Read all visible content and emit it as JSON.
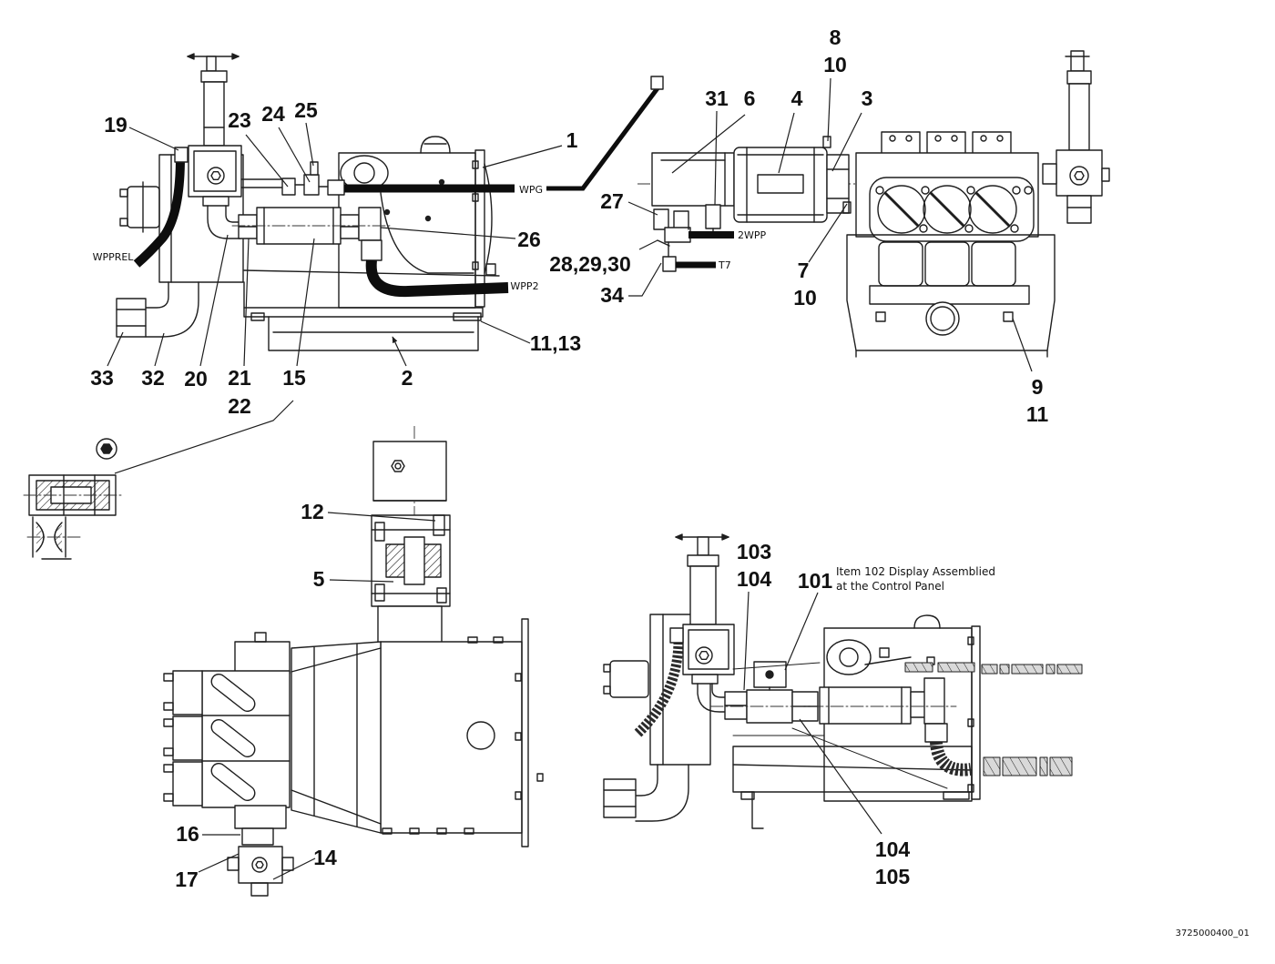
{
  "top_left_view": {
    "callouts": {
      "c19": "19",
      "c23": "23",
      "c24": "24",
      "c25": "25",
      "c1": "1",
      "c26": "26",
      "c11_13": "11,13",
      "c33": "33",
      "c32": "32",
      "c20": "20",
      "c21": "21",
      "c22": "22",
      "c15": "15",
      "c2": "2"
    },
    "hose_labels": {
      "wpg": "WPG",
      "wpprel": "WPPREL",
      "wpp2": "WPP2"
    }
  },
  "top_right_view": {
    "callouts": {
      "c31": "31",
      "c6": "6",
      "c4": "4",
      "c8": "8",
      "c10_top": "10",
      "c3": "3",
      "c27": "27",
      "c28_29_30": "28,29,30",
      "c34": "34",
      "c7": "7",
      "c10_lower": "10",
      "c9": "9",
      "c11": "11"
    },
    "hose_labels": {
      "two_wpp": "2WPP",
      "t7": "T7"
    }
  },
  "front_view": {
    "callouts": {
      "c12": "12",
      "c5": "5",
      "c16": "16",
      "c17": "17",
      "c14": "14"
    }
  },
  "bottom_right_view": {
    "callouts": {
      "c103": "103",
      "c104_top": "104",
      "c101": "101",
      "c104_bottom": "104",
      "c105": "105"
    },
    "note_line1": "Item 102 Display Assemblied",
    "note_line2": "at the Control Panel"
  },
  "drawing_number": "3725000400_01"
}
